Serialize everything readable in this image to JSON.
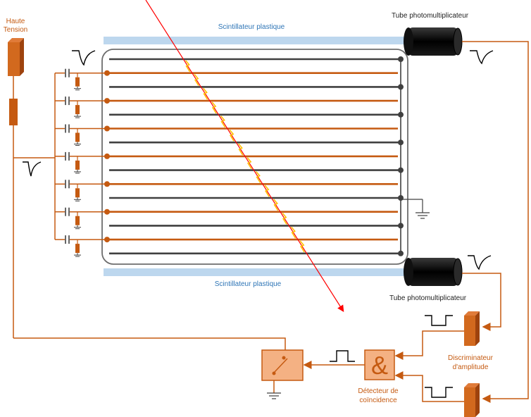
{
  "labels": {
    "high_voltage_line1": "Haute",
    "high_voltage_line2": "Tension",
    "scintillator_top": "Scintillateur plastique",
    "scintillator_bottom": "Scintillateur plastique",
    "pmt_top": "Tube photomultiplicateur",
    "pmt_bottom": "Tube photomultiplicateur",
    "discriminator_line1": "Discriminateur",
    "discriminator_line2": "d'amplitude",
    "coincidence_line1": "Détecteur de",
    "coincidence_line2": "coïncidence",
    "ampersand": "&"
  },
  "colors": {
    "orange": "#c55a11",
    "orange_fill": "#d2691e",
    "dark_wire": "#404040",
    "scintillator": "#bdd7ee",
    "track": "#ff0000",
    "spark": "#ffc000"
  },
  "icons": [
    "high-voltage-block",
    "resistor-icon",
    "capacitor-icon",
    "ground-icon",
    "photomultiplier-icon",
    "pulse-icon",
    "square-pulse-icon",
    "switch-icon",
    "and-gate-icon"
  ]
}
